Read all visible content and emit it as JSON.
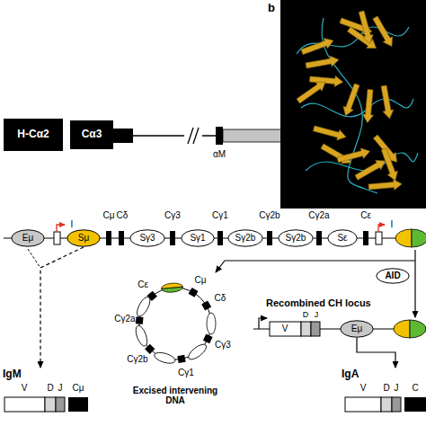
{
  "diagram": {
    "nodes": [
      {
        "text": [
          "H-Cα2"
        ]
      },
      {
        "text": [
          "Cα3"
        ]
      },
      {
        "text": [
          "Eμ"
        ]
      },
      {
        "text": [
          "Sμ"
        ]
      },
      {
        "text": [
          "Sγ3"
        ]
      },
      {
        "text": [
          "Sγ1"
        ]
      },
      {
        "text": [
          "Sγ2b"
        ]
      },
      {
        "text": [
          "Sγ2b"
        ]
      },
      {
        "text": [
          "Sε"
        ]
      },
      {
        "text": [
          "AID"
        ]
      },
      {
        "text": [
          "Eμ"
        ]
      },
      {
        "text": [
          "IgM"
        ]
      },
      {
        "text": [
          "IgA"
        ]
      }
    ],
    "edges": [
      {
        "from": 3,
        "to": 11,
        "arrow": "to"
      },
      {
        "from": 10,
        "to": 12,
        "arrow": "to"
      }
    ],
    "labels": [
      "b",
      "αM",
      "I",
      "Cμ",
      "Cδ",
      "Cγ3",
      "Cγ1",
      "Cγ2b",
      "Cγ2a",
      "Cε",
      "I",
      "Cε",
      "Cμ",
      "Cδ",
      "Cγ3",
      "Cγ1",
      "Cγ2b",
      "Cγ2a",
      "Excised intervening DNA",
      "Recombined CH locus",
      "V",
      "D",
      "J",
      "V",
      "D",
      "J",
      "Cμ",
      "V",
      "D",
      "J",
      "C"
    ]
  }
}
